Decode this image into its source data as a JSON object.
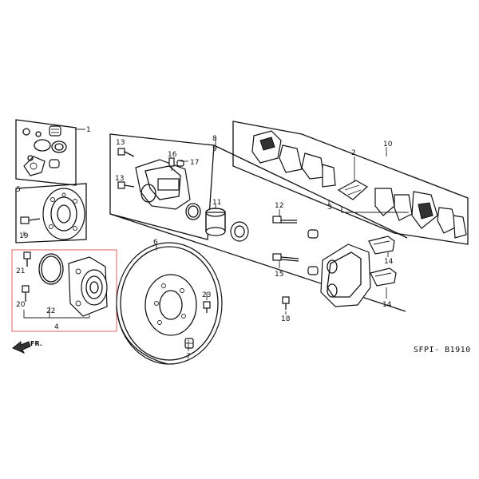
{
  "callouts": {
    "c1": "1",
    "c2": "2",
    "c3": "3",
    "c4": "4",
    "c5": "5",
    "c6": "6",
    "c7": "7",
    "c8": "8",
    "c9": "9",
    "c10": "10",
    "c11": "11",
    "c12": "12",
    "c13a": "13",
    "c13b": "13",
    "c14a": "14",
    "c14b": "14",
    "c15": "15",
    "c16": "16",
    "c17": "17",
    "c18": "18",
    "c19": "19",
    "c20": "20",
    "c21": "21",
    "c22": "22",
    "c23": "23"
  },
  "fr_label": "FR.",
  "ref_code": "SFPI- B1910",
  "highlight_color": "#e06060"
}
